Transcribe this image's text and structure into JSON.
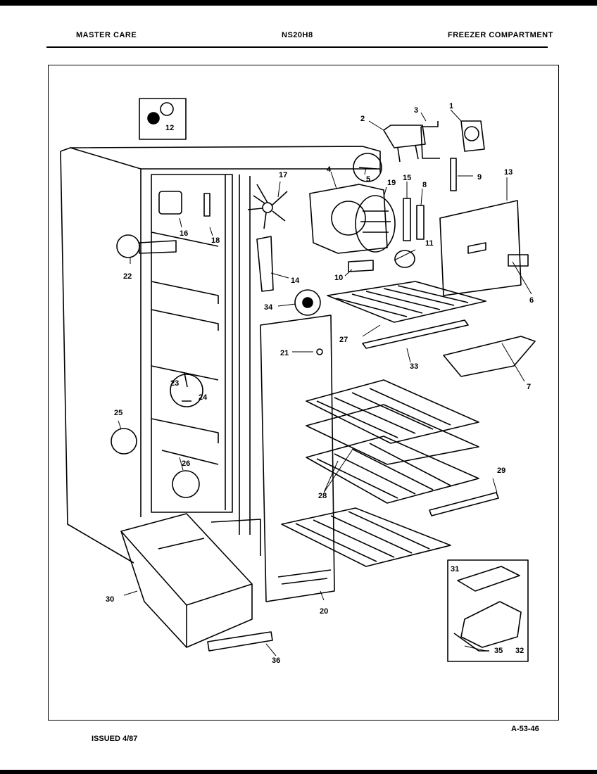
{
  "header": {
    "brand": "MASTER CARE",
    "model": "NS20H8",
    "section": "FREEZER COMPARTMENT"
  },
  "footer": {
    "issued": "ISSUED 4/87",
    "code": "A-53-46"
  },
  "callouts": {
    "c1": "1",
    "c2": "2",
    "c3": "3",
    "c4": "4",
    "c5": "5",
    "c6": "6",
    "c7": "7",
    "c8": "8",
    "c9": "9",
    "c10": "10",
    "c11": "11",
    "c12": "12",
    "c13": "13",
    "c14": "14",
    "c15": "15",
    "c16": "16",
    "c17": "17",
    "c18": "18",
    "c19": "19",
    "c20": "20",
    "c21": "21",
    "c22": "22",
    "c23": "23",
    "c24": "24",
    "c25": "25",
    "c26": "26",
    "c27": "27",
    "c28": "28",
    "c29": "29",
    "c30": "30",
    "c31": "31",
    "c32": "32",
    "c33": "33",
    "c34": "34",
    "c35": "35",
    "c36": "36"
  }
}
